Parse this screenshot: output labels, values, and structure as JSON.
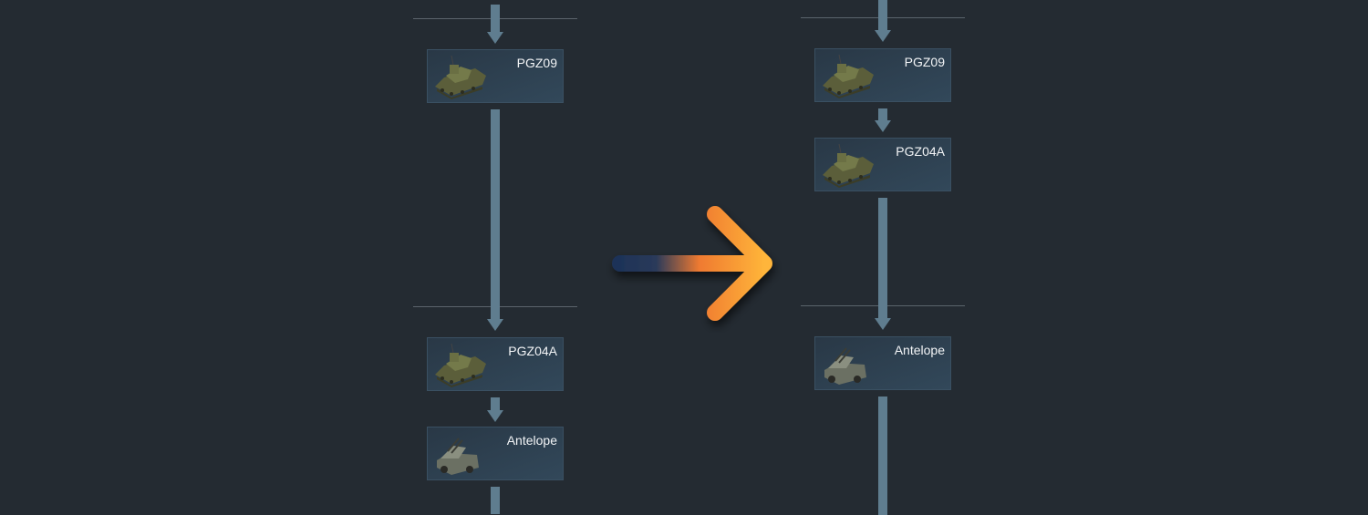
{
  "before": {
    "cards": [
      {
        "name": "PGZ09",
        "icon": "spaa-tank-icon"
      },
      {
        "name": "PGZ04A",
        "icon": "spaa-tank-icon"
      },
      {
        "name": "Antelope",
        "icon": "spaa-truck-icon"
      }
    ]
  },
  "after": {
    "cards": [
      {
        "name": "PGZ09",
        "icon": "spaa-tank-icon"
      },
      {
        "name": "PGZ04A",
        "icon": "spaa-tank-icon"
      },
      {
        "name": "Antelope",
        "icon": "spaa-truck-icon"
      }
    ]
  },
  "colors": {
    "background": "#242b32",
    "connector": "#5f7d8f",
    "arrow_start": "#1e3358",
    "arrow_end": "#ffb53a"
  }
}
